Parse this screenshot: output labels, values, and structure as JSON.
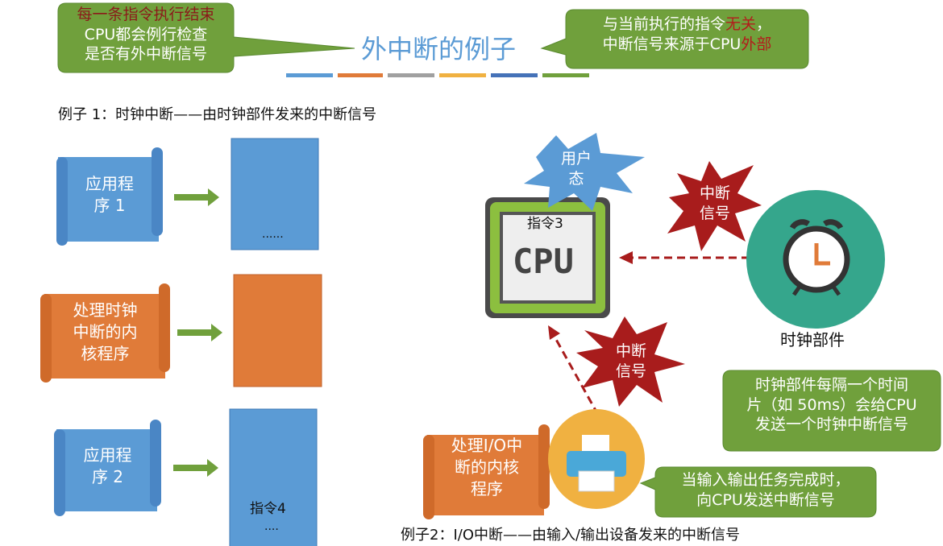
{
  "title": "外中断的例子",
  "top_left_callout": {
    "line1": "每一条指令执行结束",
    "line2": "CPU都会例行检查",
    "line3": "是否有外中断信号"
  },
  "top_right_callout": {
    "line1_a": "与当前执行的指令",
    "line1_b": "无关",
    "line1_c": "，",
    "line2_a": "中断信号来源于CPU",
    "line2_b": "外部"
  },
  "example1_heading": "例子 1：时钟中断——由时钟部件发来的中断信号",
  "example2_heading": "例子2：I/O中断——由输入/输出设备发来的中断信号",
  "programs": [
    {
      "label_1": "应用程",
      "label_2": "序 1",
      "block_text": "......"
    },
    {
      "label_1": "处理时钟",
      "label_2": "中断的内",
      "label_3": "核程序"
    },
    {
      "label_1": "应用程",
      "label_2": "序 2",
      "block_text_1": "指令4",
      "block_text_2": "...."
    }
  ],
  "cpu": {
    "chip_label": "CPU",
    "instruction": "指令3"
  },
  "user_mode_burst": {
    "line1": "用户",
    "line2": "态"
  },
  "interrupt_bursts": [
    {
      "line1": "中断",
      "line2": "信号"
    },
    {
      "line1": "中断",
      "line2": "信号"
    }
  ],
  "clock_label": "时钟部件",
  "clock_callout": {
    "line1": "时钟部件每隔一个时间",
    "line2": "片（如 50ms）会给CPU",
    "line3": "发送一个时钟中断信号"
  },
  "io_program": {
    "line1": "处理I/O中",
    "line2": "断的内核",
    "line3": "程序"
  },
  "io_callout": {
    "line1": "当输入输出任务完成时，",
    "line2": "向CPU发送中断信号"
  },
  "colors": {
    "blue": "#5b9bd5",
    "orange": "#e07b39",
    "green": "#70a03c",
    "red": "#b31b1b",
    "teal": "#35a68c",
    "yellow": "#f0b141"
  }
}
